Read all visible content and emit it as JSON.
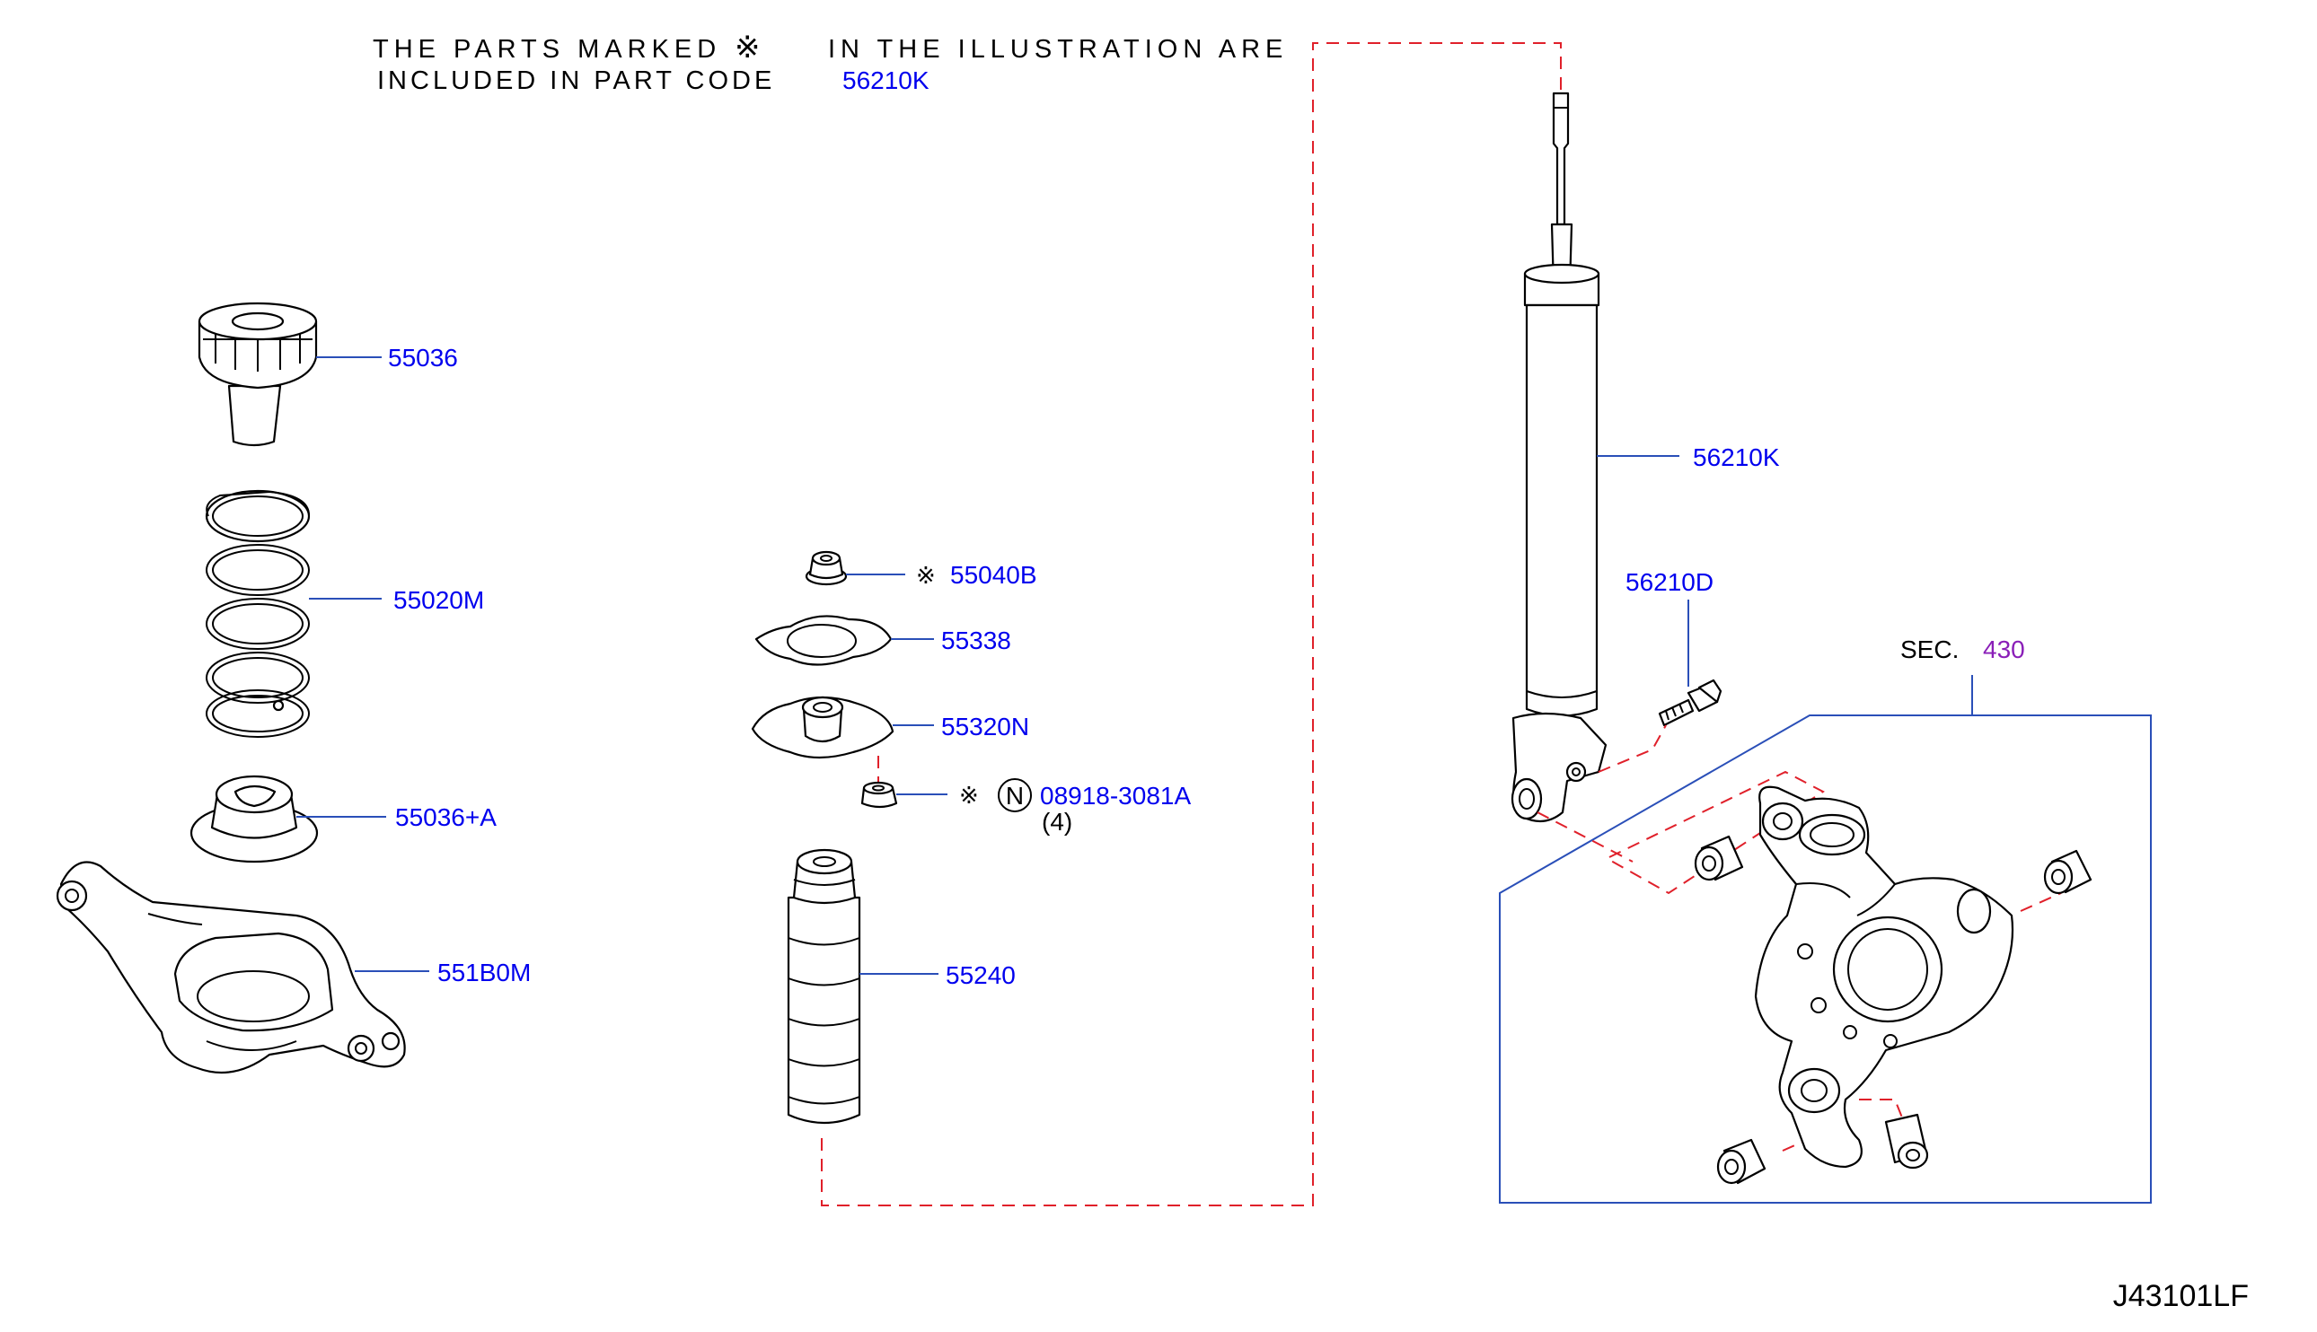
{
  "note": {
    "line1_part1": "THE PARTS MARKED",
    "mark": "※",
    "line1_part2": "IN THE ILLUSTRATION ARE",
    "line2": "INCLUDED IN PART CODE",
    "code": "56210K"
  },
  "parts": {
    "p55036": "55036",
    "p55020M": "55020M",
    "p55036A": "55036+A",
    "p551B0M": "551B0M",
    "p55040B": "55040B",
    "p55338": "55338",
    "p55320N": "55320N",
    "p08918": "08918-3081A",
    "p08918_qty": "(4)",
    "p08918_badge": "N",
    "p55240": "55240",
    "p56210K": "56210K",
    "p56210D": "56210D"
  },
  "marks": {
    "m55040B": "※",
    "m08918": "※"
  },
  "section": {
    "label": "SEC.",
    "number": "430"
  },
  "diagram_code": "J43101LF",
  "colors": {
    "part_number": "#0000ee",
    "leader_line": "#2a4fb8",
    "dashed_line": "#e0202a",
    "section_number": "#8a1fb8"
  }
}
